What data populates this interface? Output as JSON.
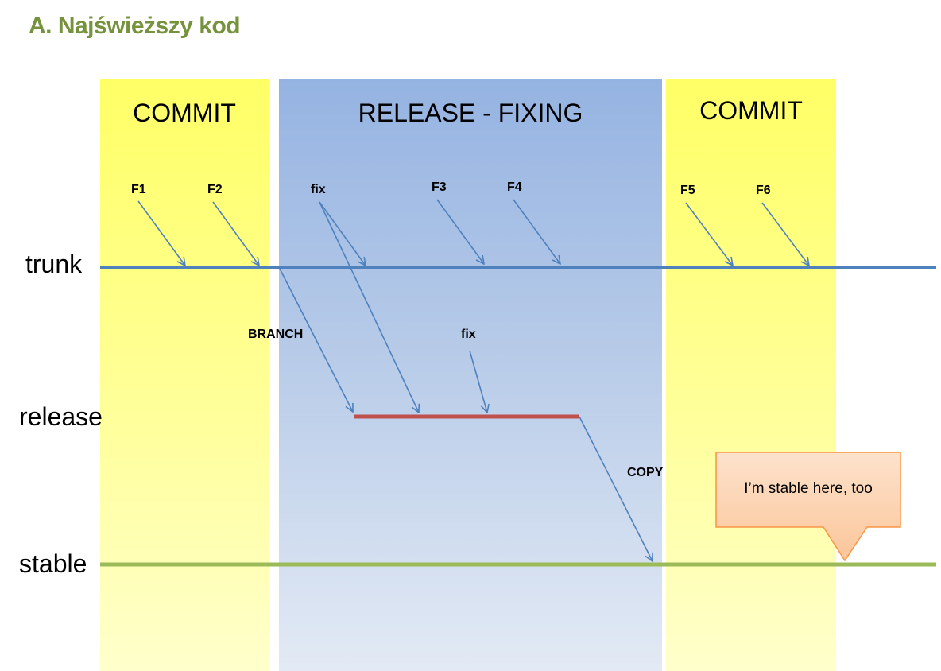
{
  "title": "A. Najświeższy kod",
  "phases": {
    "commit_left": "COMMIT",
    "release_fixing": "RELEASE - FIXING",
    "commit_right": "COMMIT"
  },
  "lanes": {
    "trunk": "trunk",
    "release": "release",
    "stable": "stable"
  },
  "commits": {
    "f1": "F1",
    "f2": "F2",
    "fix_trunk": "fix",
    "f3": "F3",
    "f4": "F4",
    "f5": "F5",
    "f6": "F6",
    "fix_release": "fix"
  },
  "operations": {
    "branch": "BRANCH",
    "copy": "COPY"
  },
  "callout": {
    "text": "I’m stable here, too"
  },
  "colors": {
    "title": "#76923c",
    "trunk_line": "#4f81bd",
    "release_line": "#c0504d",
    "stable_line": "#9bbb59",
    "arrow": "#4f81bd",
    "callout_fill": "#fbd5b5",
    "callout_border": "#f79646"
  }
}
